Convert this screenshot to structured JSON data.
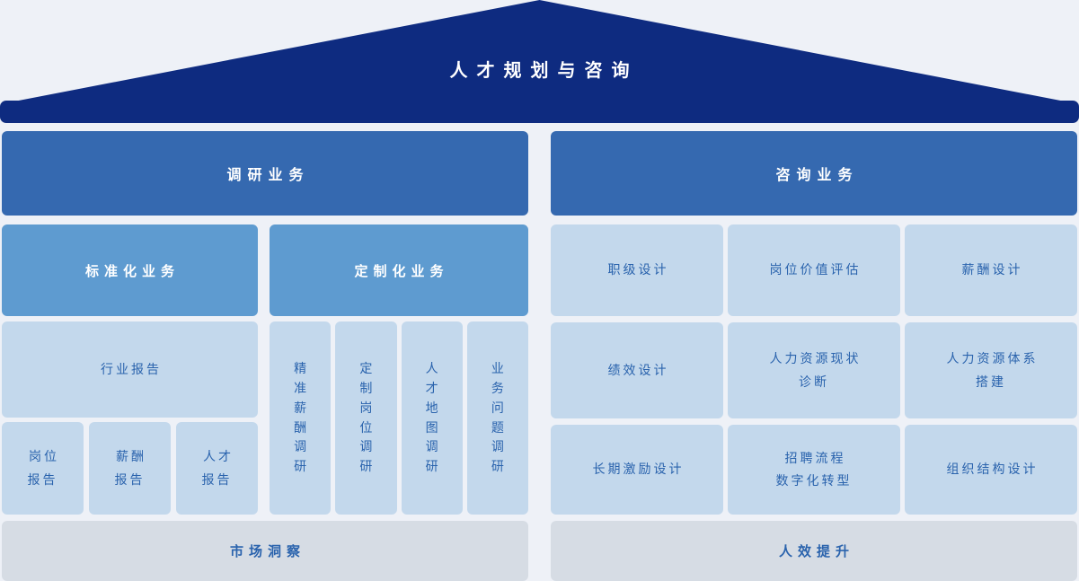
{
  "colors": {
    "background": "#eef1f7",
    "roof": "#0e2b80",
    "header": "#3569b0",
    "subheader": "#5e9bd0",
    "cell": "#c3d8ec",
    "cell_text": "#2a63ad",
    "footer": "#d6dce4"
  },
  "roof": {
    "title": "人才规划与咨询"
  },
  "left": {
    "header": "调研业务",
    "subheaders": [
      "标准化业务",
      "定制化业务"
    ],
    "industry_report": "行业报告",
    "reports": [
      "岗位\n报告",
      "薪酬\n报告",
      "人才\n报告"
    ],
    "vertical_cells": [
      "精准薪酬调研",
      "定制岗位调研",
      "人才地图调研",
      "业务问题调研"
    ],
    "footer": "市场洞察"
  },
  "right": {
    "header": "咨询业务",
    "cells": [
      "职级设计",
      "岗位价值评估",
      "薪酬设计",
      "绩效设计",
      "人力资源现状\n诊断",
      "人力资源体系\n搭建",
      "长期激励设计",
      "招聘流程\n数字化转型",
      "组织结构设计"
    ],
    "footer": "人效提升"
  }
}
